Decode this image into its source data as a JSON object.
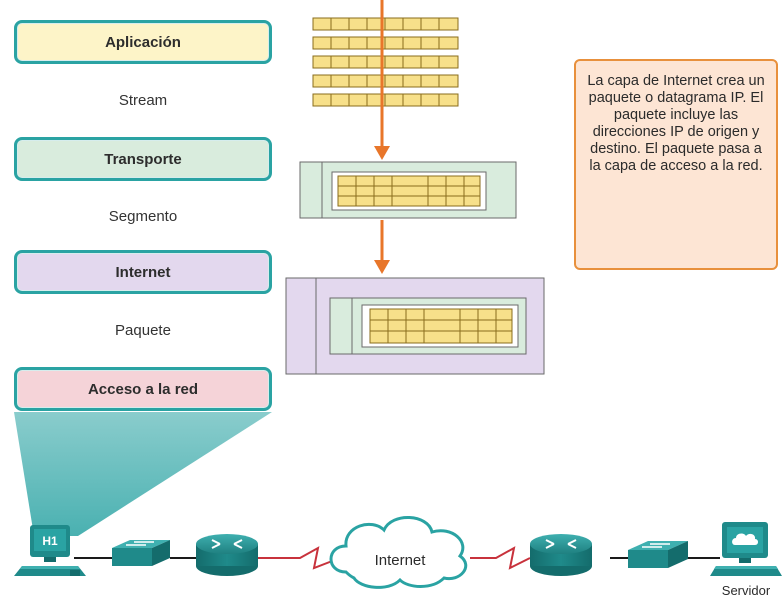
{
  "layers": [
    {
      "label": "Aplicación",
      "color": "#fdf4c8"
    },
    {
      "label": "Transporte",
      "color": "#d9ecdd"
    },
    {
      "label": "Internet",
      "color": "#e3d8ee"
    },
    {
      "label": "Acceso a la red",
      "color": "#f5d3d8"
    }
  ],
  "pdus": [
    "Stream",
    "Segmento",
    "Paquete"
  ],
  "callout": "La capa de Internet crea un paquete o datagrama IP. El paquete incluye las direcciones IP de origen y destino. El paquete pasa a la capa de acceso a la red.",
  "network": {
    "host_label": "H1",
    "cloud_label": "Internet",
    "server_label": "Servidor"
  },
  "colors": {
    "layer_border": "#2aa3a3",
    "arrow": "#e8762a",
    "device": "#1f8a8a",
    "wan_link": "#c8323c",
    "callout_border": "#e8903c",
    "callout_fill": "#fde5d4"
  }
}
